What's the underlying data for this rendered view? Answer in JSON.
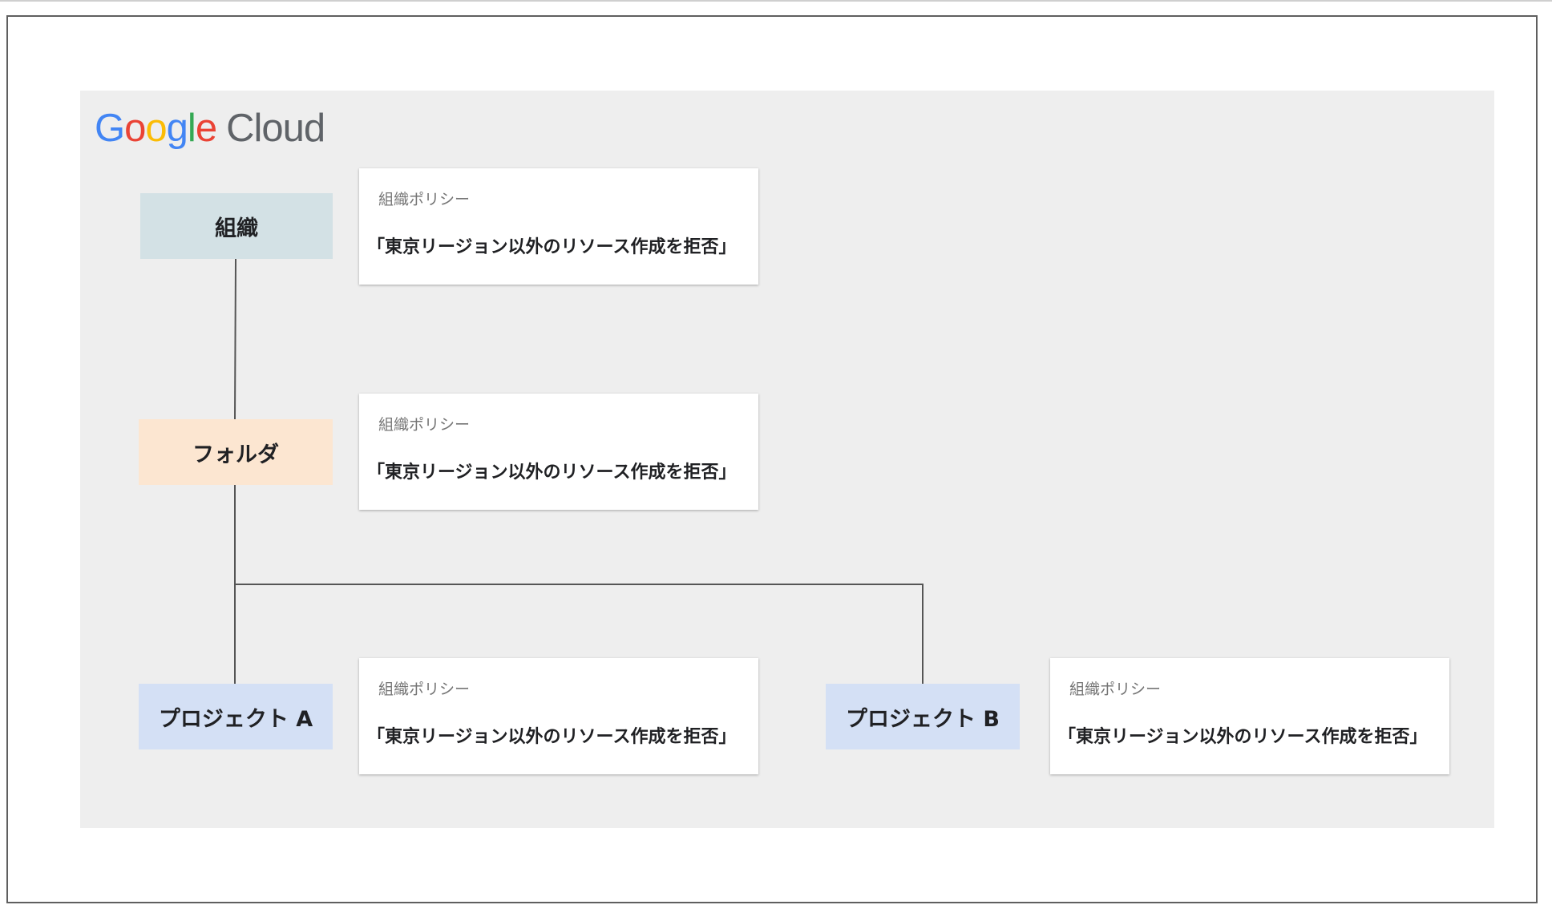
{
  "logo": {
    "google_letters": [
      "G",
      "o",
      "o",
      "g",
      "l",
      "e"
    ],
    "product": "Cloud",
    "colors": {
      "blue": "#4285f4",
      "red": "#ea4335",
      "yellow": "#fbbc05",
      "green": "#34a853",
      "gray": "#5f6368"
    }
  },
  "hierarchy": {
    "organization": {
      "label": "組織",
      "color": "#d3e1e5"
    },
    "folder": {
      "label": "フォルダ",
      "color": "#fce6d1"
    },
    "project_a": {
      "label": "プロジェクト A",
      "color": "#d4e0f5"
    },
    "project_b": {
      "label": "プロジェクト B",
      "color": "#d4e0f5"
    }
  },
  "policies": {
    "organization": {
      "label": "組織ポリシー",
      "rule": "「東京リージョン以外のリソース作成を拒否」"
    },
    "folder": {
      "label": "組織ポリシー",
      "rule": "「東京リージョン以外のリソース作成を拒否」"
    },
    "project_a": {
      "label": "組織ポリシー",
      "rule": "「東京リージョン以外のリソース作成を拒否」"
    },
    "project_b": {
      "label": "組織ポリシー",
      "rule": "「東京リージョン以外のリソース作成を拒否」"
    }
  }
}
